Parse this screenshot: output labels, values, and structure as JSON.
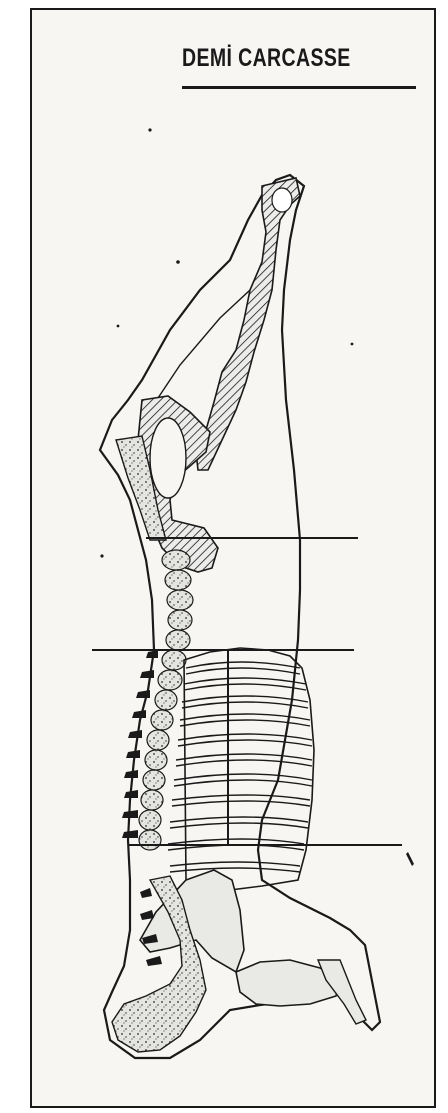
{
  "title": "DEMİ  CARCASSE",
  "colors": {
    "ink": "#1a1a1a",
    "paper": "#f7f6f2",
    "bone": "#e9e9e6"
  },
  "parts": [
    "carcass-outline",
    "shoulder-blade",
    "spine",
    "ribs",
    "pelvis",
    "cut-lines"
  ]
}
